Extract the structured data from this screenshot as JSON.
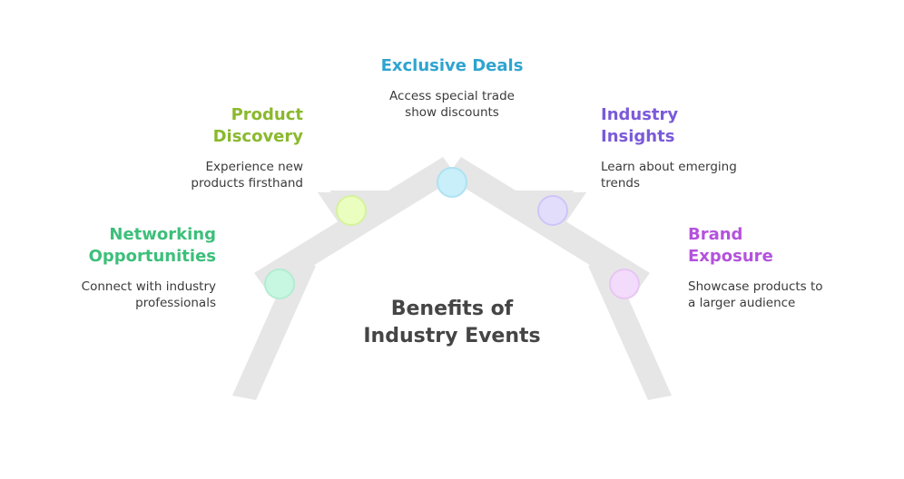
{
  "center_title": [
    "Benefits of",
    "Industry Events"
  ],
  "benefits": [
    {
      "id": "networking",
      "title": [
        "Networking",
        "Opportunities"
      ],
      "description": [
        "Connect with industry",
        "professionals"
      ],
      "title_color": "#3dbf7a",
      "node_fill": "#c8f7e1",
      "node_stroke": "#b3ecd3"
    },
    {
      "id": "product-discovery",
      "title": [
        "Product",
        "Discovery"
      ],
      "description": [
        "Experience new",
        "products firsthand"
      ],
      "title_color": "#8ab92d",
      "node_fill": "#eaffbf",
      "node_stroke": "#d6f29d"
    },
    {
      "id": "exclusive-deals",
      "title": [
        "Exclusive Deals"
      ],
      "description": [
        "Access special trade",
        "show discounts"
      ],
      "title_color": "#2ea4cf",
      "node_fill": "#c8effa",
      "node_stroke": "#ade2f2"
    },
    {
      "id": "industry-insights",
      "title": [
        "Industry",
        "Insights"
      ],
      "description": [
        "Learn about emerging",
        "trends"
      ],
      "title_color": "#7b5ad9",
      "node_fill": "#e3ddfc",
      "node_stroke": "#cfc5f6"
    },
    {
      "id": "brand-exposure",
      "title": [
        "Brand",
        "Exposure"
      ],
      "description": [
        "Showcase products to",
        "a larger audience"
      ],
      "title_color": "#b452dd",
      "node_fill": "#f3dbfb",
      "node_stroke": "#e7c6f3"
    }
  ],
  "structure_color": "#e6e6e6"
}
